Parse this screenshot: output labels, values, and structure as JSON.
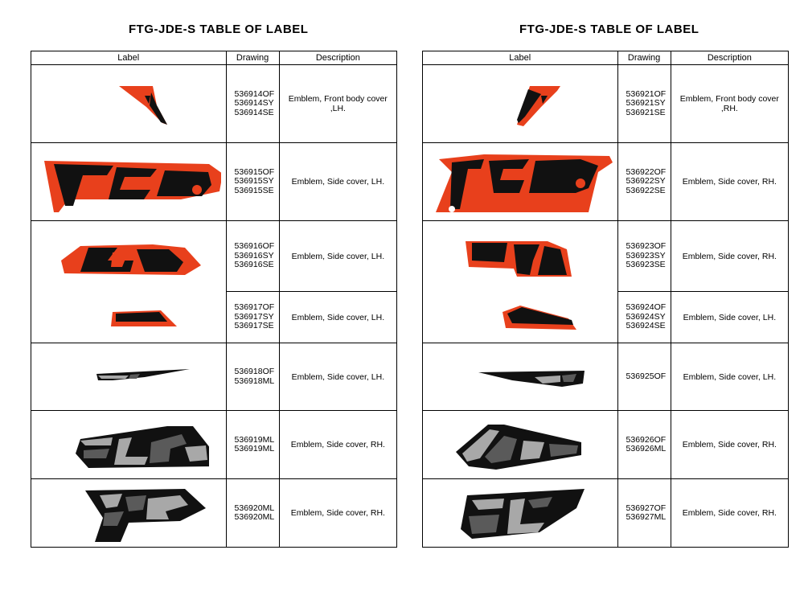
{
  "left": {
    "title": "FTG-JDE-S  TABLE OF LABEL",
    "headers": {
      "label": "Label",
      "drawing": "Drawing",
      "description": "Description"
    },
    "rows": [
      {
        "drawings": [
          "536914OF",
          "536914SY",
          "536914SE"
        ],
        "description": "Emblem, Front body cover ,LH.",
        "label_icon": "front-body-cover-lh-emblem-icon"
      },
      {
        "drawings": [
          "536915OF",
          "536915SY",
          "536915SE"
        ],
        "description": "Emblem, Side cover, LH.",
        "label_icon": "side-cover-lh-emblem-icon"
      },
      {
        "drawings": [
          "536916OF",
          "536916SY",
          "536916SE"
        ],
        "description": "Emblem, Side cover, LH.",
        "label_icon": "side-cover-lh-emblem-icon"
      },
      {
        "drawings": [
          "536917OF",
          "536917SY",
          "536917SE"
        ],
        "description": "Emblem, Side cover, LH.",
        "label_icon": "side-cover-lh-stripe-icon"
      },
      {
        "drawings": [
          "536918OF",
          "536918ML"
        ],
        "description": "Emblem, Side cover, LH.",
        "label_icon": "side-cover-lh-black-stripe-icon"
      },
      {
        "drawings": [
          "536919ML",
          "536919ML"
        ],
        "description": "Emblem, Side cover, RH.",
        "label_icon": "side-cover-rh-grey-emblem-icon"
      },
      {
        "drawings": [
          "536920ML",
          "536920ML"
        ],
        "description": "Emblem, Side cover, RH.",
        "label_icon": "side-cover-rh-grey-emblem-icon"
      }
    ]
  },
  "right": {
    "title": "FTG-JDE-S  TABLE OF LABEL",
    "headers": {
      "label": "Label",
      "drawing": "Drawing",
      "description": "Description"
    },
    "rows": [
      {
        "drawings": [
          "536921OF",
          "536921SY",
          "536921SE"
        ],
        "description": "Emblem, Front body cover ,RH.",
        "label_icon": "front-body-cover-rh-emblem-icon"
      },
      {
        "drawings": [
          "536922OF",
          "536922SY",
          "536922SE"
        ],
        "description": "Emblem, Side cover, RH.",
        "label_icon": "side-cover-rh-emblem-icon"
      },
      {
        "drawings": [
          "536923OF",
          "536923SY",
          "536923SE"
        ],
        "description": "Emblem, Side cover, RH.",
        "label_icon": "side-cover-rh-emblem-icon"
      },
      {
        "drawings": [
          "536924OF",
          "536924SY",
          "536924SE"
        ],
        "description": "Emblem, Side cover, LH.",
        "label_icon": "side-cover-stripe-icon"
      },
      {
        "drawings": [
          "536925OF"
        ],
        "description": "Emblem, Side cover, LH.",
        "label_icon": "side-cover-lh-black-stripe-icon"
      },
      {
        "drawings": [
          "536926OF",
          "536926ML"
        ],
        "description": "Emblem, Side cover, RH.",
        "label_icon": "side-cover-rh-grey-emblem-icon"
      },
      {
        "drawings": [
          "536927OF",
          "536927ML"
        ],
        "description": "Emblem, Side cover, RH.",
        "label_icon": "side-cover-rh-grey-emblem-icon"
      }
    ]
  },
  "colors": {
    "accent_orange": "#e8401c",
    "black": "#111111",
    "grey_dark": "#5a5a5a",
    "grey_light": "#a8a8a8"
  }
}
